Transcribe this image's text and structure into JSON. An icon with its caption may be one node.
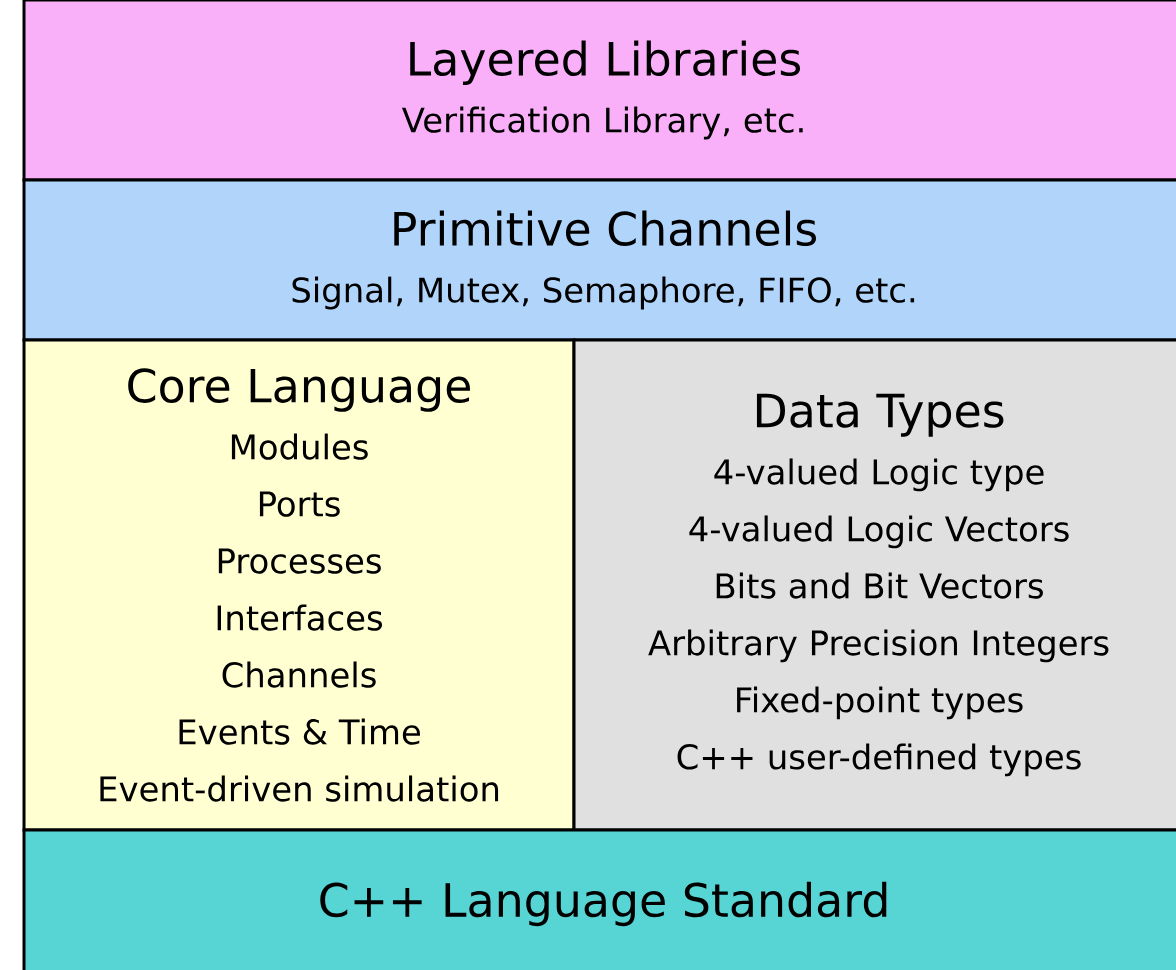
{
  "diagram": {
    "nodes": [
      {
        "text": [
          "Layered Libraries",
          "Verification Library, etc."
        ]
      },
      {
        "text": [
          "Primitive Channels",
          "Signal, Mutex, Semaphore, FIFO, etc."
        ]
      },
      {
        "text": [
          "Core Language",
          "Modules",
          "Ports",
          "Processes",
          "Interfaces",
          "Channels",
          "Events & Time",
          "Event-driven simulation"
        ]
      },
      {
        "text": [
          "Data Types",
          "4-valued Logic type",
          "4-valued Logic Vectors",
          "Bits and Bit Vectors",
          "Arbitrary Precision Integers",
          "Fixed-point types",
          "C++ user-defined types"
        ]
      },
      {
        "text": [
          "C++ Language Standard"
        ]
      }
    ]
  }
}
